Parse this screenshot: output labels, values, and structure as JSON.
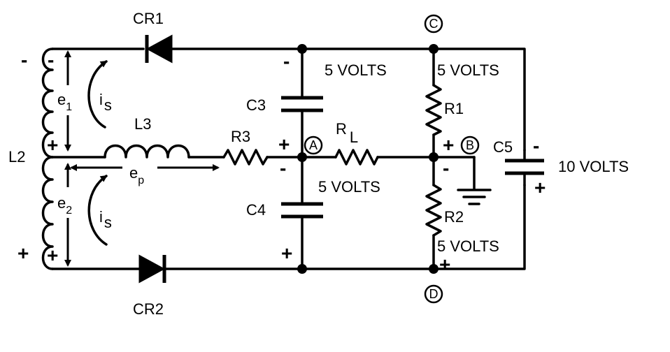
{
  "colors": {
    "ink": "#000000",
    "background": "#ffffff"
  },
  "components": {
    "cr1": "CR1",
    "cr2": "CR2",
    "c3": "C3",
    "c4": "C4",
    "c5": "C5",
    "r1": "R1",
    "r2": "R2",
    "r3": "R3",
    "rl_main": "R",
    "rl_sub": "L",
    "l2": "L2",
    "l3": "L3"
  },
  "symbols": {
    "e1_main": "e",
    "e1_sub": "1",
    "e2_main": "e",
    "e2_sub": "2",
    "ep_main": "e",
    "ep_sub": "p",
    "is_main": "i",
    "is_sub": "s"
  },
  "nodes": {
    "a": "A",
    "b": "B",
    "c": "C",
    "d": "D"
  },
  "voltages": {
    "c3": "5 VOLTS",
    "r1": "5 VOLTS",
    "c4": "5 VOLTS",
    "r2": "5 VOLTS",
    "c5": "10 VOLTS"
  },
  "polarity": {
    "plus": "+",
    "minus": "-"
  }
}
